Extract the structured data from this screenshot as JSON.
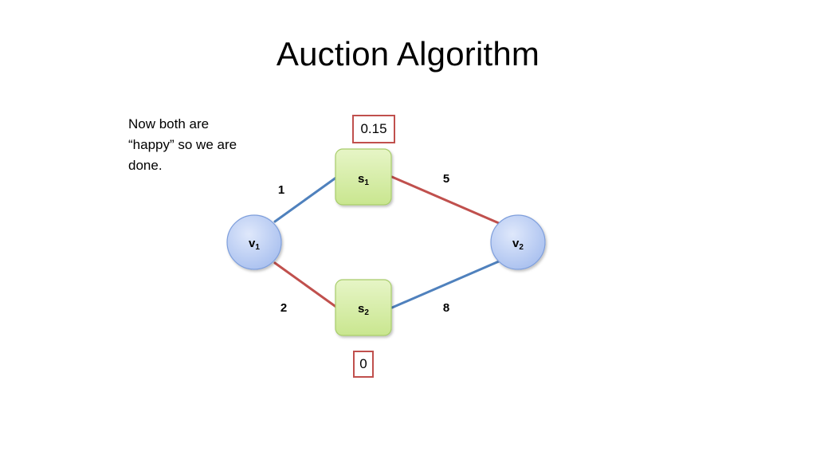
{
  "title": "Auction Algorithm",
  "note_lines": [
    "Now both are",
    "“happy” so we are",
    "done."
  ],
  "colors": {
    "matched_edge": "#c0504d",
    "unmatched_edge": "#4f81bd",
    "bidder_fill": "#b9cdf3",
    "item_fill": "#d7eea8",
    "price_border": "#c0504d"
  },
  "bidders": [
    {
      "id": "v1",
      "base": "v",
      "sub": "1"
    },
    {
      "id": "v2",
      "base": "v",
      "sub": "2"
    }
  ],
  "items": [
    {
      "id": "s1",
      "base": "s",
      "sub": "1",
      "price": "0.15"
    },
    {
      "id": "s2",
      "base": "s",
      "sub": "2",
      "price": "0"
    }
  ],
  "edges": [
    {
      "from": "v1",
      "to": "s1",
      "weight": "1",
      "matched": false
    },
    {
      "from": "v1",
      "to": "s2",
      "weight": "2",
      "matched": true
    },
    {
      "from": "v2",
      "to": "s1",
      "weight": "5",
      "matched": true
    },
    {
      "from": "v2",
      "to": "s2",
      "weight": "8",
      "matched": false
    }
  ]
}
